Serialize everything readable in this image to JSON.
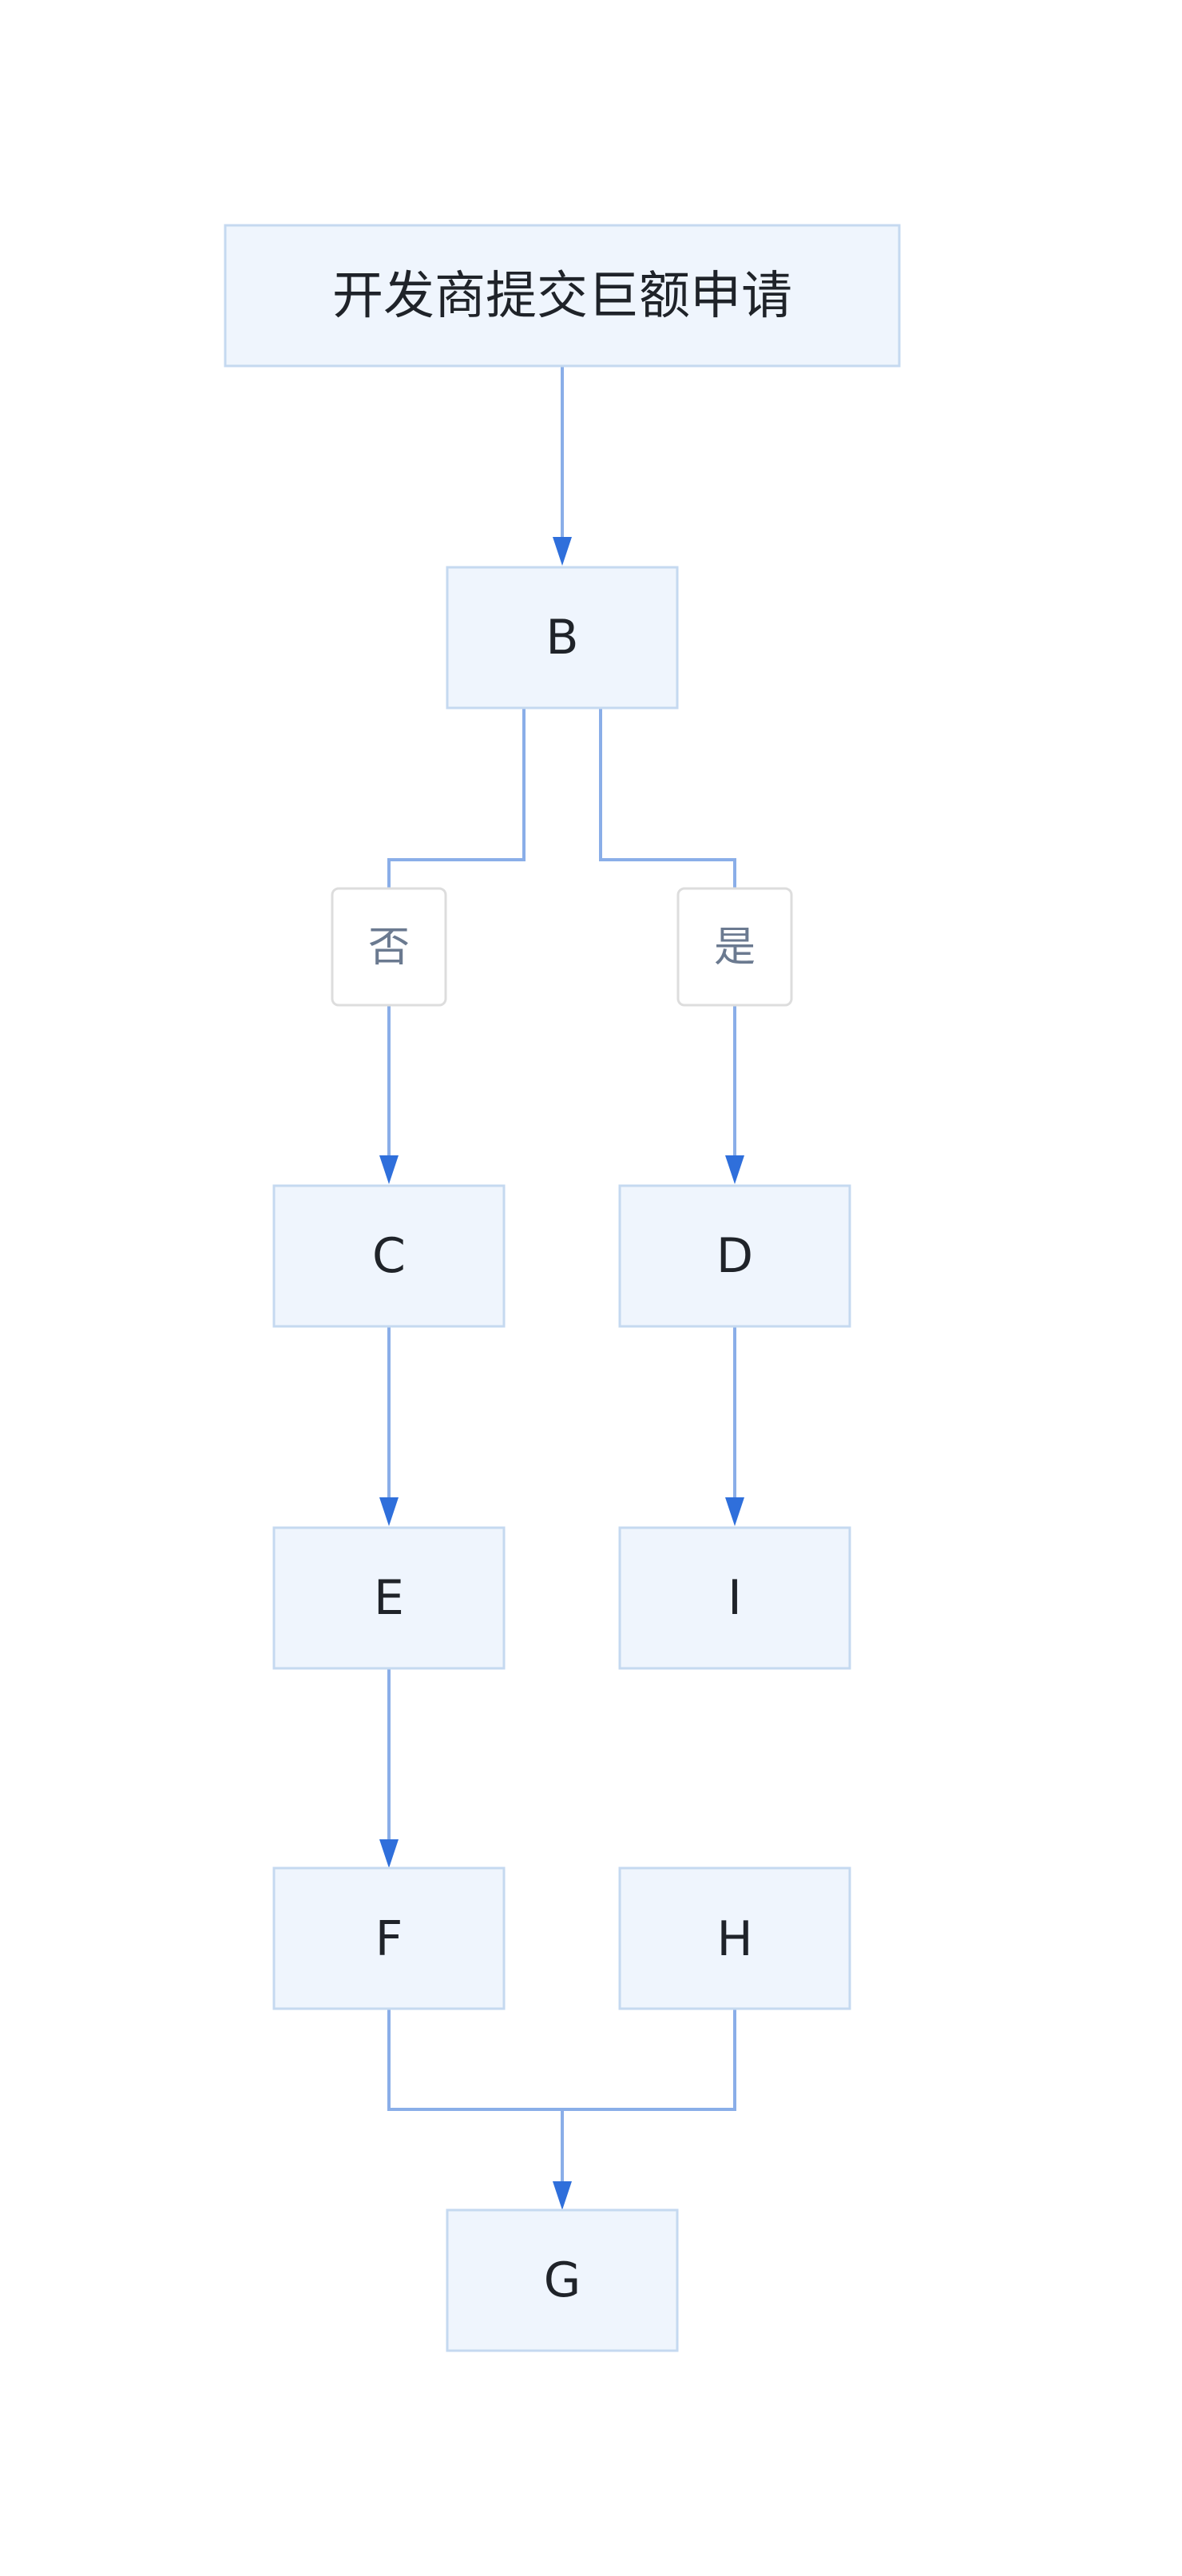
{
  "nodes": {
    "A": "开发商提交巨额申请",
    "B": "B",
    "C": "C",
    "D": "D",
    "E": "E",
    "I": "I",
    "F": "F",
    "H": "H",
    "G": "G"
  },
  "edge_labels": {
    "no": "否",
    "yes": "是"
  },
  "edges": [
    {
      "from": "A",
      "to": "B"
    },
    {
      "from": "B",
      "to": "C",
      "label": "否"
    },
    {
      "from": "B",
      "to": "D",
      "label": "是"
    },
    {
      "from": "C",
      "to": "E"
    },
    {
      "from": "D",
      "to": "I"
    },
    {
      "from": "E",
      "to": "F"
    },
    {
      "from": "F",
      "to": "G"
    },
    {
      "from": "H",
      "to": "G"
    }
  ],
  "colors": {
    "node_fill": "#eff5fd",
    "node_border": "#c5d9f0",
    "edge": "#8aaee8",
    "arrowhead": "#2f6fdb",
    "label_text": "#6b7a90",
    "node_text": "#1f2329"
  }
}
